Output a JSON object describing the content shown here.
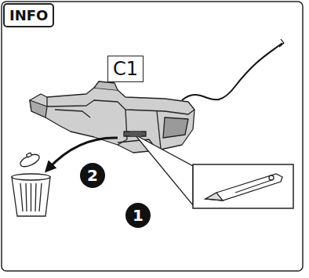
{
  "diagram": {
    "nodes": [
      {
        "text": [
          "INFO"
        ]
      },
      {
        "text": [
          "C1"
        ]
      },
      {
        "text": [
          "2"
        ]
      },
      {
        "text": [
          "1"
        ]
      }
    ]
  }
}
